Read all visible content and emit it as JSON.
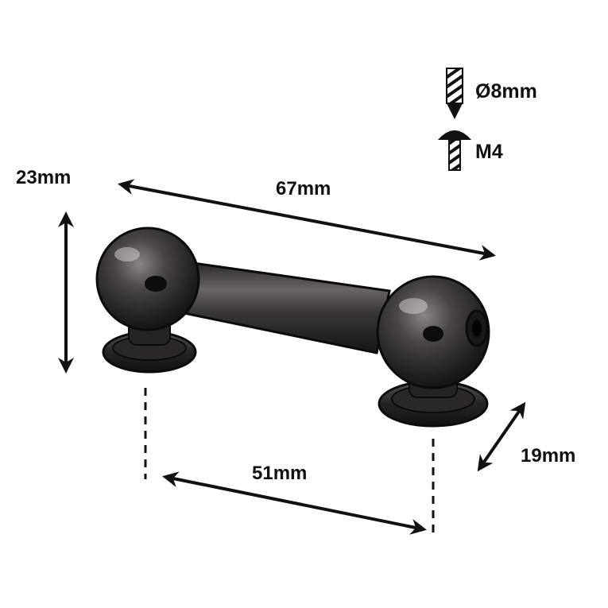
{
  "colors": {
    "ink": "#111111",
    "metal_dark": "#1a1919",
    "metal_mid": "#3a3637",
    "metal_light": "#8b8586",
    "highlight": "#d8d2d2",
    "background": "#ffffff"
  },
  "specs": {
    "drill": {
      "icon": "drill-bit-icon",
      "label": "Ø8mm"
    },
    "screw": {
      "icon": "screw-icon",
      "label": "M4"
    }
  },
  "dimensions": {
    "height": "23mm",
    "length": "67mm",
    "hole_spacing": "51mm",
    "depth": "19mm"
  }
}
